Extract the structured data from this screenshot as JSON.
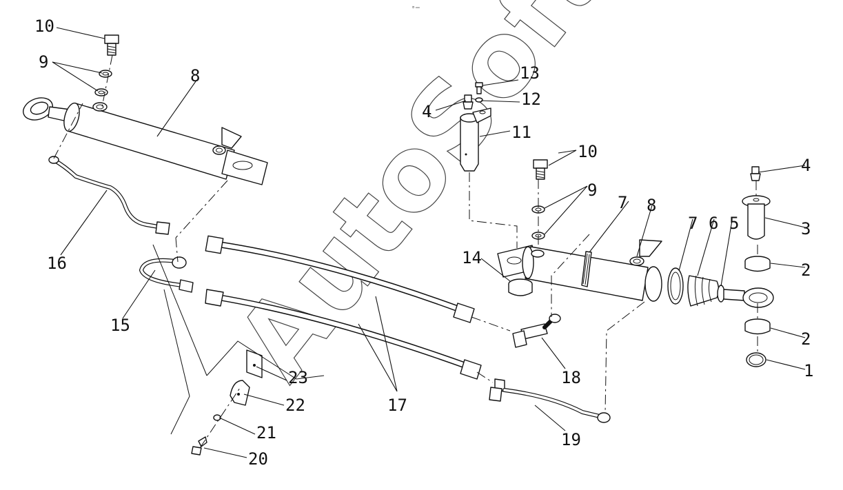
{
  "header": {
    "mark": "¤ ₀₀₀"
  },
  "watermark": {
    "text": "AutoSoft"
  },
  "callouts": {
    "c1": "1",
    "c2a": "2",
    "c2b": "2",
    "c3": "3",
    "c4a": "4",
    "c4b": "4",
    "c5": "5",
    "c6": "6",
    "c7a": "7",
    "c7b": "7",
    "c8a": "8",
    "c8b": "8",
    "c9a": "9",
    "c9b": "9",
    "c10a": "10",
    "c10b": "10",
    "c11": "11",
    "c12": "12",
    "c13": "13",
    "c14": "14",
    "c15": "15",
    "c16": "16",
    "c17": "17",
    "c18": "18",
    "c19": "19",
    "c20": "20",
    "c21": "21",
    "c22": "22",
    "c23": "23"
  }
}
